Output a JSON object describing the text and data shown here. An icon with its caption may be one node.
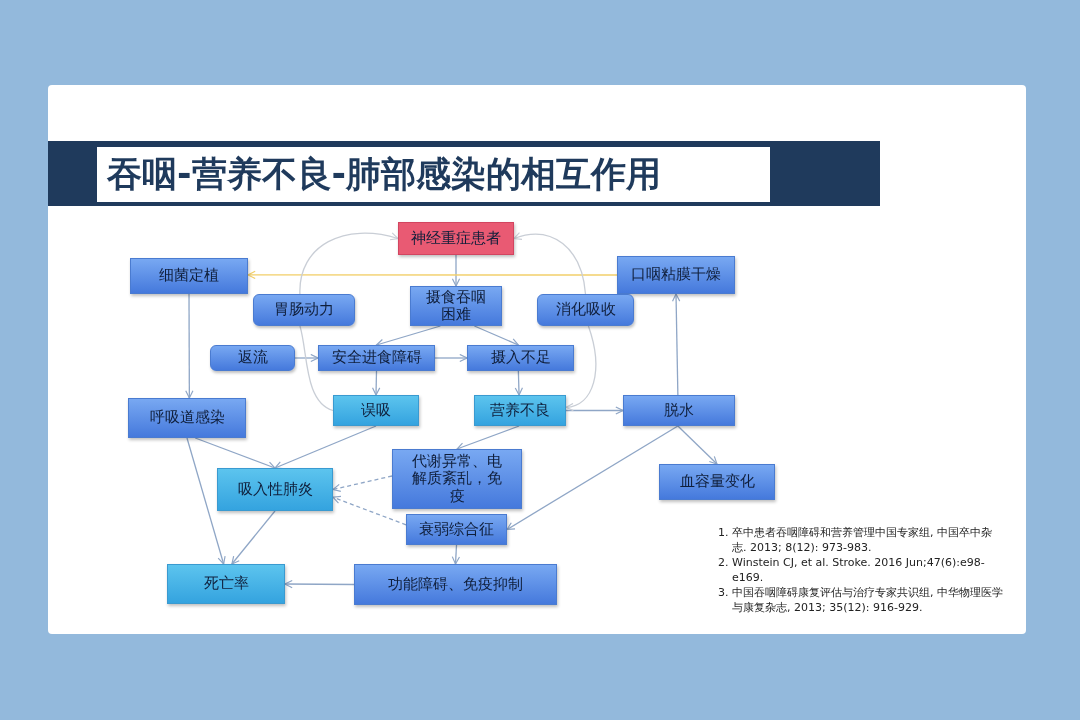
{
  "diagram": {
    "title": "吞咽-营养不良-肺部感染的相互作用",
    "nodes": [
      {
        "text": [
          "神经重症患者"
        ]
      },
      {
        "text": [
          "细菌定植"
        ]
      },
      {
        "text": [
          "口咽粘膜干燥"
        ]
      },
      {
        "text": [
          "胃肠动力"
        ]
      },
      {
        "text": [
          "摄食吞咽困难"
        ]
      },
      {
        "text": [
          "消化吸收"
        ]
      },
      {
        "text": [
          "返流"
        ]
      },
      {
        "text": [
          "安全进食障碍"
        ]
      },
      {
        "text": [
          "摄入不足"
        ]
      },
      {
        "text": [
          "呼吸道感染"
        ]
      },
      {
        "text": [
          "误吸"
        ]
      },
      {
        "text": [
          "营养不良"
        ]
      },
      {
        "text": [
          "脱水"
        ]
      },
      {
        "text": [
          "吸入性肺炎"
        ]
      },
      {
        "text": [
          "代谢异常、电解质紊乱，免疫"
        ]
      },
      {
        "text": [
          "血容量变化"
        ]
      },
      {
        "text": [
          "衰弱综合征"
        ]
      },
      {
        "text": [
          "死亡率"
        ]
      },
      {
        "text": [
          "功能障碍、免疫抑制"
        ]
      }
    ],
    "edges": [
      {
        "from": 0,
        "to": 4,
        "arrow": "to"
      },
      {
        "from": 2,
        "to": 1,
        "arrow": "to",
        "color": "#f2cf6a"
      },
      {
        "from": 4,
        "to": 7,
        "arrow": "to"
      },
      {
        "from": 4,
        "to": 8,
        "arrow": "to"
      },
      {
        "from": 6,
        "to": 7,
        "arrow": "to"
      },
      {
        "from": 7,
        "to": 8,
        "arrow": "to"
      },
      {
        "from": 7,
        "to": 10,
        "arrow": "to"
      },
      {
        "from": 8,
        "to": 11,
        "arrow": "to"
      },
      {
        "from": 11,
        "to": 12,
        "arrow": "to"
      },
      {
        "from": 12,
        "to": 2,
        "arrow": "to"
      },
      {
        "from": 1,
        "to": 9,
        "arrow": "to"
      },
      {
        "from": 9,
        "to": 13,
        "arrow": "to"
      },
      {
        "from": 9,
        "to": 17,
        "arrow": "to"
      },
      {
        "from": 10,
        "to": 13,
        "arrow": "to"
      },
      {
        "from": 11,
        "to": 14,
        "arrow": "to"
      },
      {
        "from": 14,
        "to": 13,
        "arrow": "to",
        "style": "dashed"
      },
      {
        "from": 16,
        "to": 13,
        "arrow": "to",
        "style": "dashed"
      },
      {
        "from": 12,
        "to": 16,
        "arrow": "to"
      },
      {
        "from": 12,
        "to": 15,
        "arrow": "to"
      },
      {
        "from": 16,
        "to": 18,
        "arrow": "to"
      },
      {
        "from": 18,
        "to": 17,
        "arrow": "to"
      },
      {
        "from": 13,
        "to": 17,
        "arrow": "to"
      },
      {
        "from": 3,
        "to": 0,
        "arrow": "to",
        "color": "#c9ced6"
      },
      {
        "from": 3,
        "to": 10,
        "arrow": "none",
        "color": "#c9ced6"
      },
      {
        "from": 5,
        "to": 0,
        "arrow": "to",
        "color": "#c9ced6"
      },
      {
        "from": 5,
        "to": 11,
        "arrow": "to",
        "color": "#c9ced6"
      }
    ],
    "labels": [
      "1. 卒中患者吞咽障碍和营养管理中国专家组, 中国卒中杂志. 2013; 8(12): 973-983.",
      "2. Winstein CJ, et al. Stroke. 2016 Jun;47(6):e98-e169.",
      "3. 中国吞咽障碍康复评估与治疗专家共识组, 中华物理医学与康复杂志, 2013; 35(12): 916-929."
    ]
  }
}
